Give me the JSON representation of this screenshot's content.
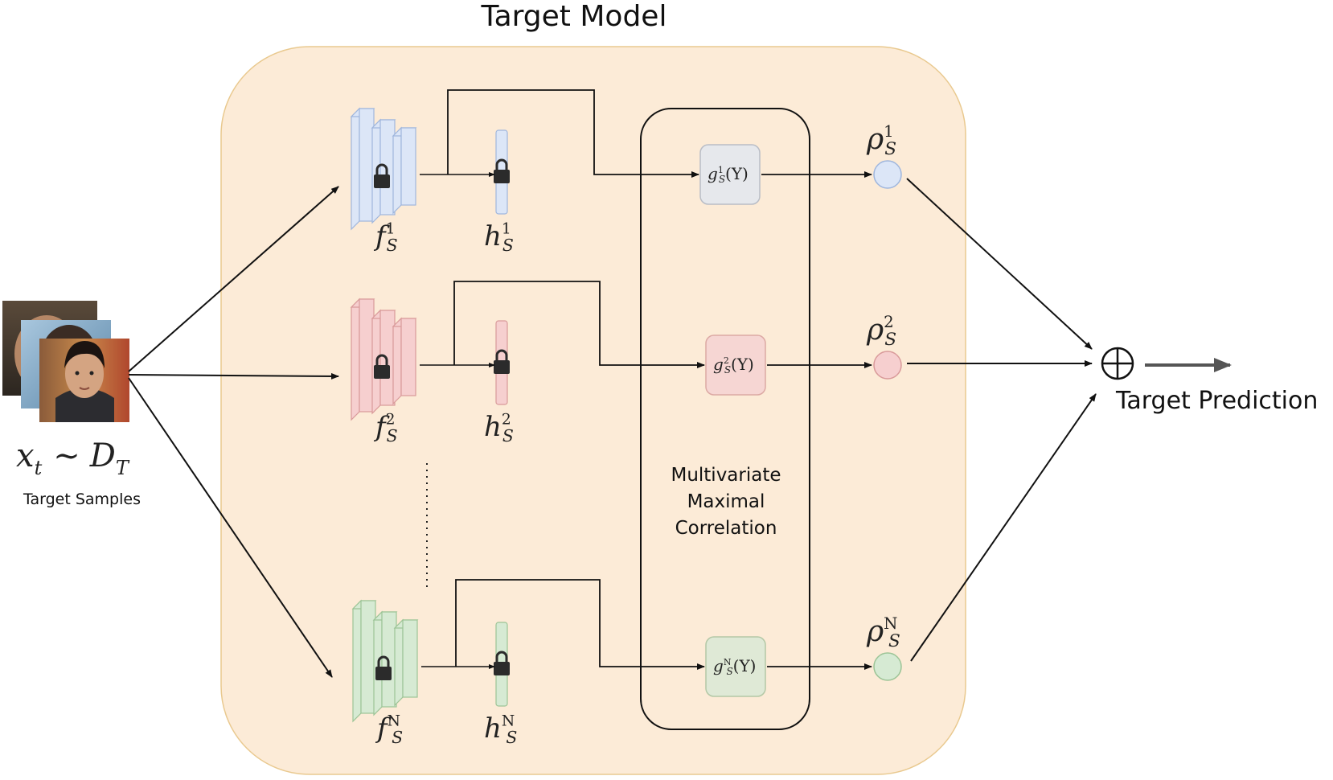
{
  "title": "Target Model",
  "input": {
    "math": "x",
    "math_sub": "t",
    "math_rel": "∼",
    "math_dist": "D",
    "math_dist_sub": "T",
    "label": "Target Samples"
  },
  "branches": [
    {
      "f_base": "f",
      "f_sub": "S",
      "f_sup": "1",
      "h_base": "h",
      "h_sub": "S",
      "h_sup": "1",
      "g_base": "g",
      "g_sub": "S",
      "g_sup": "1",
      "g_arg": "(Y)",
      "rho_base": "ρ",
      "rho_sub": "S",
      "rho_sup": "1",
      "fill": "#dce6f7",
      "stroke": "#9fb6dd",
      "node_fill": "#e6e8ec",
      "node_stroke": "#b9bdc6"
    },
    {
      "f_base": "f",
      "f_sub": "S",
      "f_sup": "2",
      "h_base": "h",
      "h_sub": "S",
      "h_sup": "2",
      "g_base": "g",
      "g_sub": "S",
      "g_sup": "2",
      "g_arg": "(Y)",
      "rho_base": "ρ",
      "rho_sub": "S",
      "rho_sup": "2",
      "fill": "#f6cfcf",
      "stroke": "#d99a9a",
      "node_fill": "#f6d6d3",
      "node_stroke": "#dca9a4"
    },
    {
      "f_base": "f",
      "f_sub": "S",
      "f_sup": "N",
      "h_base": "h",
      "h_sub": "S",
      "h_sup": "N",
      "g_base": "g",
      "g_sub": "S",
      "g_sup": "N",
      "g_arg": "(Y)",
      "rho_base": "ρ",
      "rho_sub": "S",
      "rho_sup": "N",
      "fill": "#d6ead3",
      "stroke": "#9cc496",
      "node_fill": "#dfe9d6",
      "node_stroke": "#b3c8a6"
    }
  ],
  "mmc": {
    "line1": "Multivariate",
    "line2": "Maximal",
    "line3": "Correlation"
  },
  "output": {
    "symbol": "⊕",
    "label": "Target Prediction"
  },
  "colors": {
    "panel_fill": "#fcebd7",
    "panel_stroke": "#e9c98f",
    "line": "#111111",
    "output_arrow": "#555555"
  },
  "icons": {
    "lock": "lock-icon",
    "face": "face-photo-stack"
  }
}
